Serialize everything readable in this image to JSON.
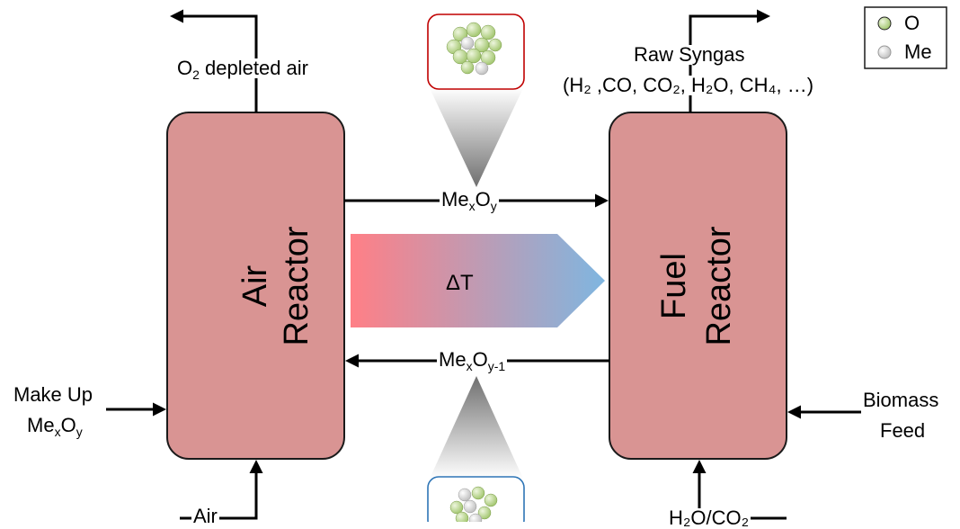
{
  "air_reactor": {
    "line1": "Air",
    "line2": "Reactor"
  },
  "fuel_reactor": {
    "line1": "Fuel",
    "line2": "Reactor"
  },
  "streams": {
    "o2_depleted_air": {
      "base": "O",
      "sub": "2",
      "rest": " depleted air"
    },
    "raw_syngas_title": "Raw Syngas",
    "raw_syngas_components": "(H₂ ,CO, CO₂, H₂O, CH₄, …)",
    "mexoy_top": {
      "a": "Me",
      "b": "x",
      "c": "O",
      "d": "y"
    },
    "mexoy_bottom": {
      "a": "Me",
      "b": "x",
      "c": "O",
      "d": "y-1"
    },
    "delta_t": "ΔT",
    "make_up_line1": "Make Up",
    "make_up_line2": {
      "a": "Me",
      "b": "x",
      "c": "O",
      "d": "y"
    },
    "biomass_line1": "Biomass",
    "biomass_line2": "Feed",
    "air_in": "Air",
    "steam_in": "H₂O/CO₂"
  },
  "legend": {
    "items": [
      {
        "label": "O",
        "color": "#b5d38a"
      },
      {
        "label": "Me",
        "color": "#dcdcdc"
      }
    ]
  },
  "colors": {
    "reactor_fill": "#d99493",
    "oxidized_border": "#c00000",
    "reduced_border": "#2e75b6",
    "gradient_hot": "#ff7f86",
    "gradient_cold": "#7fb6e0"
  }
}
